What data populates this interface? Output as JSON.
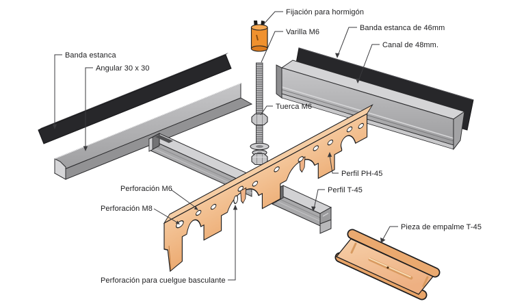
{
  "diagram": {
    "labels": {
      "fijacion": "Fijación para hormigón",
      "varilla": "Varilla M6",
      "banda46": "Banda estanca de 46mm",
      "canal48": "Canal de 48mm.",
      "banda": "Banda estanca",
      "angular": "Angular 30 x 30",
      "tuerca": "Tuerca M6",
      "perfil_ph45": "Perfil PH-45",
      "perfil_t45": "Perfil T-45",
      "pieza_empalme": "Pieza de empalme T-45",
      "perforacion_m6": "Perforación M6",
      "perforacion_m8": "Perforación M8",
      "perforacion_basculante": "Perforación para cuelgue basculante"
    },
    "colors": {
      "background": "#ffffff",
      "text": "#1b1b1d",
      "leader": "#3a3a3d",
      "outline": "#1c1c1e",
      "black_band": "#27272a",
      "steel_light": "#d2d2d4",
      "steel_mid": "#a9a9ab",
      "steel_dark": "#88888a",
      "orange_face": "#efb286",
      "orange_top": "#f5cda4",
      "orange_shade": "#d9945c",
      "anchor_orange": "#f0912e"
    }
  }
}
